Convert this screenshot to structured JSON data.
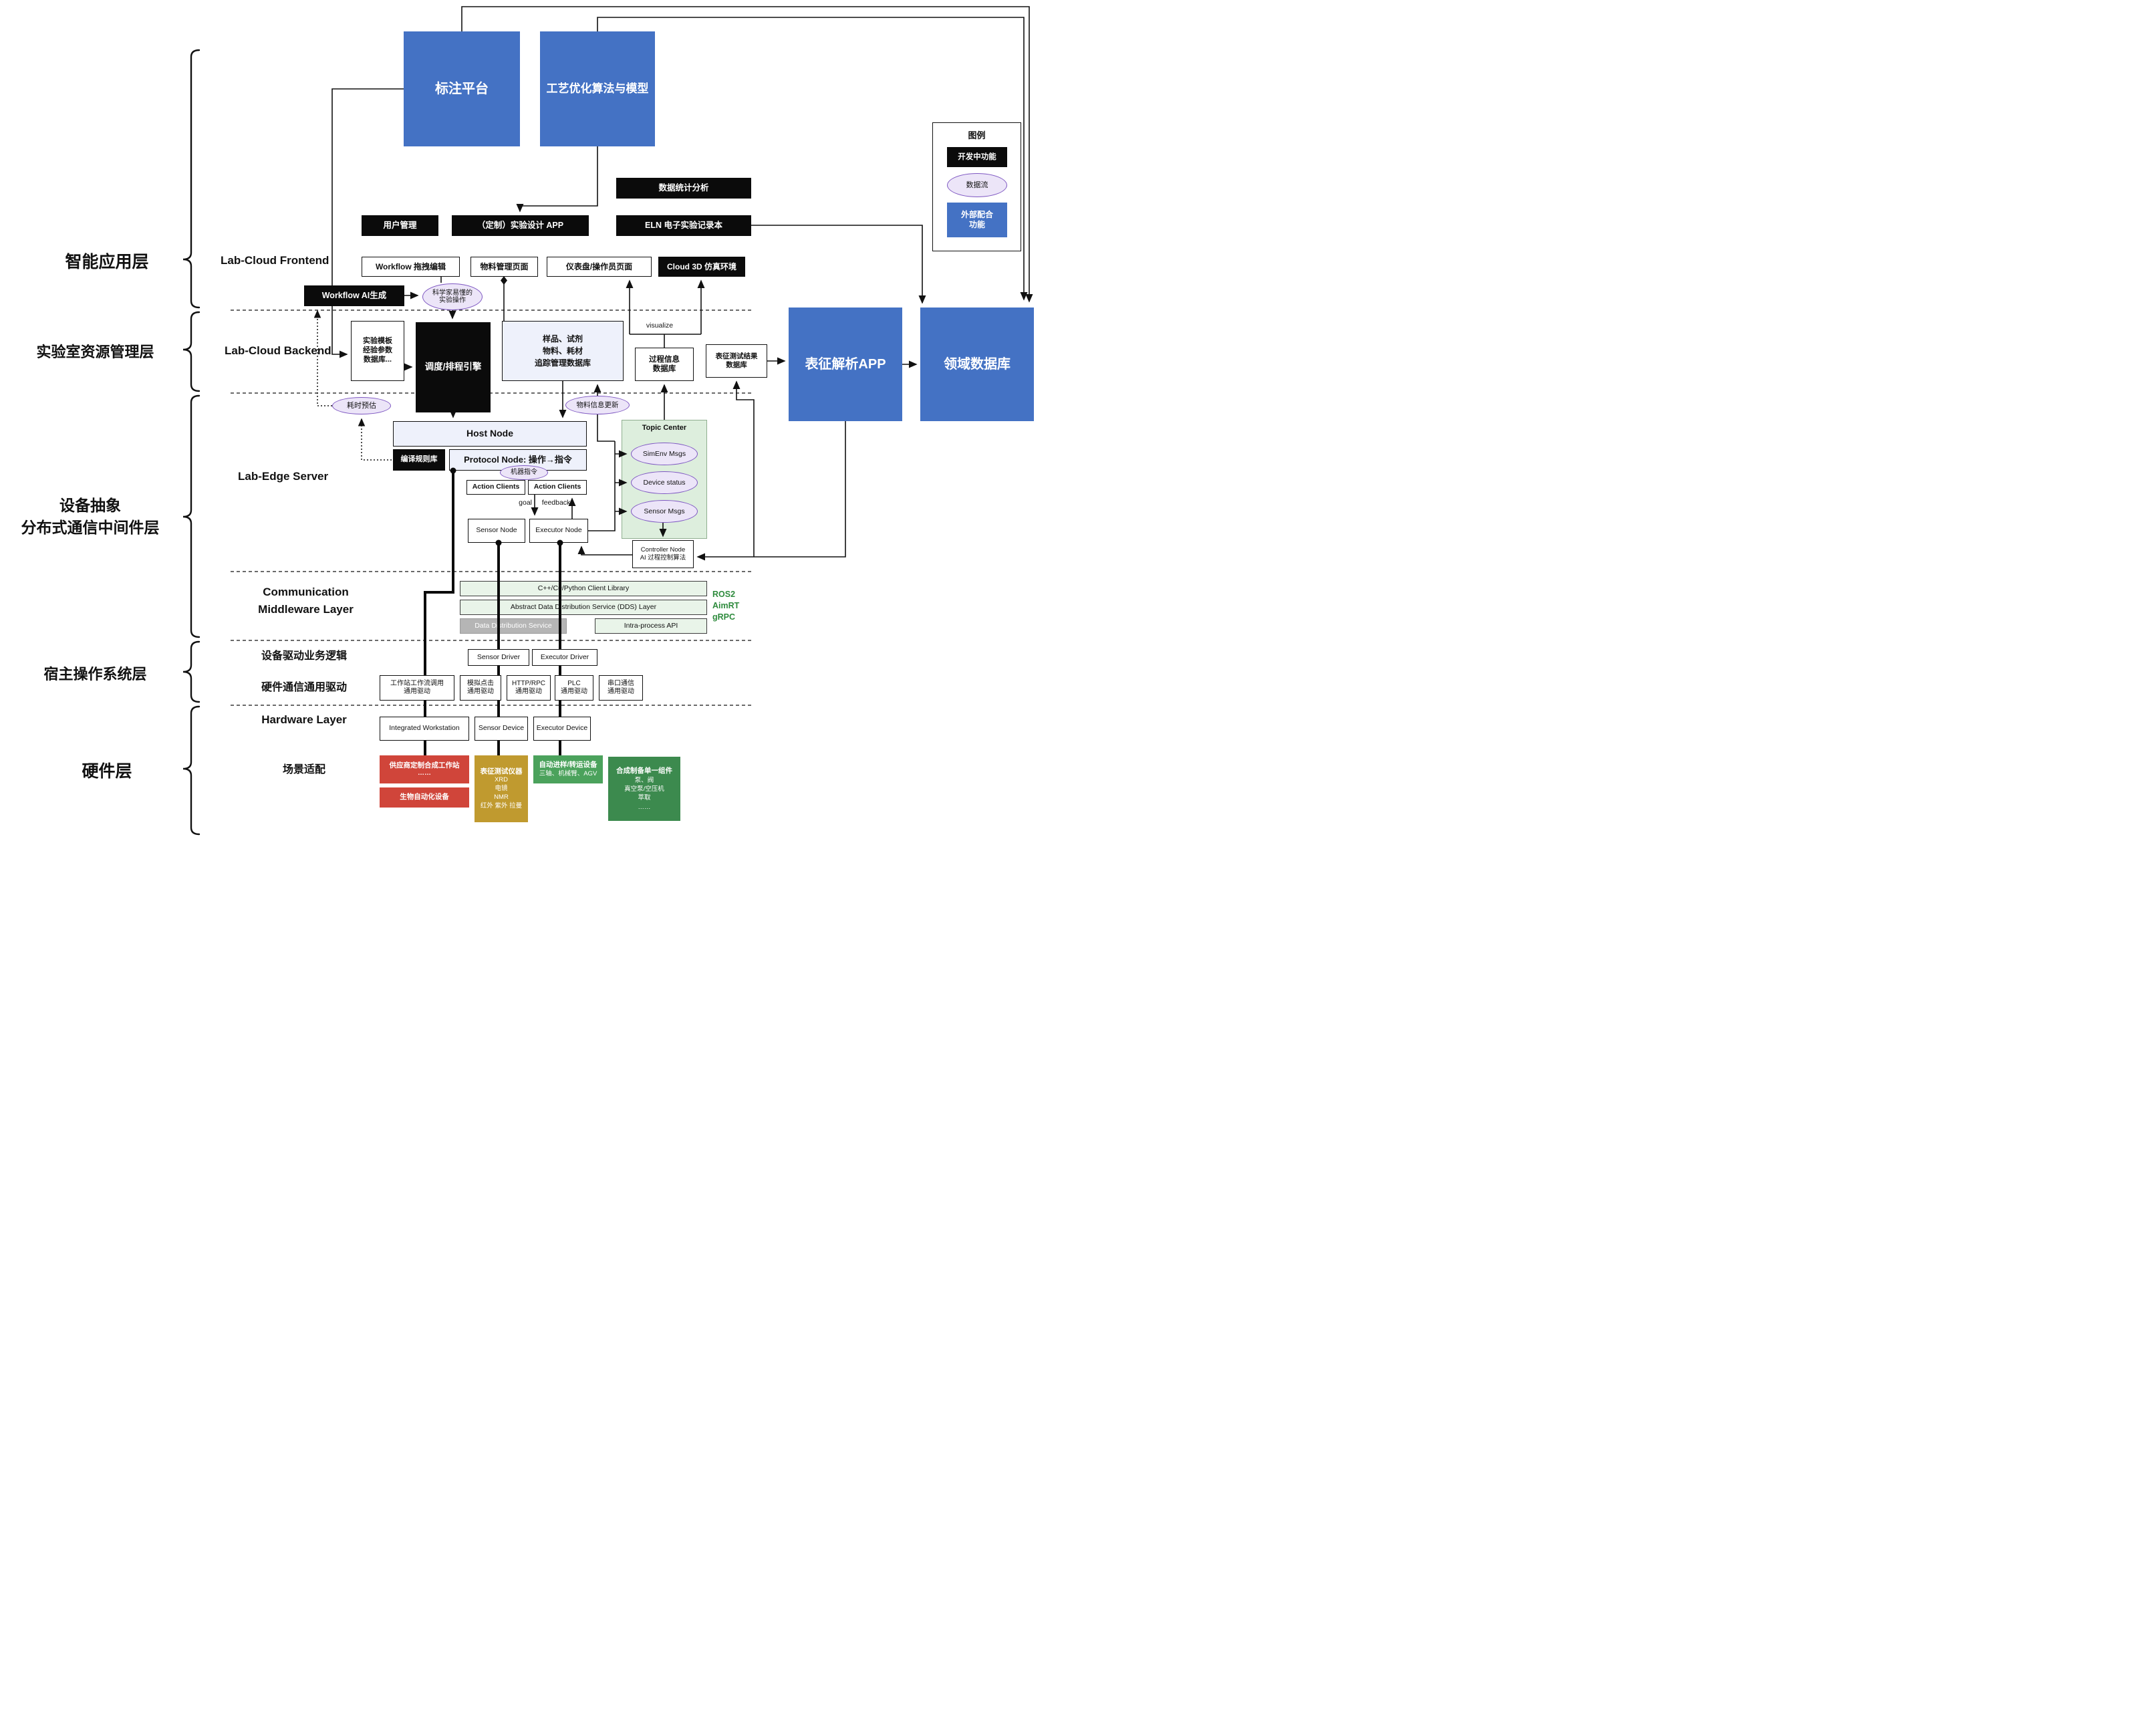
{
  "legend": {
    "title": "图例",
    "dev": "开发中功能",
    "flow": "数据流",
    "external": "外部配合\n功能"
  },
  "layers": {
    "app": "智能应用层",
    "resource": "实验室资源管理层",
    "device": "设备抽象\n分布式通信中间件层",
    "hostos": "宿主操作系统层",
    "hardware": "硬件层"
  },
  "sections": {
    "frontend": "Lab-Cloud Frontend",
    "backend": "Lab-Cloud Backend",
    "edge": "Lab-Edge Server",
    "comm": "Communication\nMiddleware Layer",
    "driver_logic": "设备驱动业务逻辑",
    "hw_driver": "硬件通信通用驱动",
    "hw_layer": "Hardware Layer",
    "scene": "场景适配"
  },
  "top": {
    "annotation": "标注平台",
    "process_opt": "工艺优化算法与模型"
  },
  "frontend": {
    "stats": "数据统计分析",
    "user": "用户管理",
    "custom_app": "（定制）实验设计 APP",
    "eln": "ELN 电子实验记录本",
    "workflow_edit": "Workflow 拖拽编辑",
    "material_page": "物料管理页面",
    "dashboard": "仪表盘/操作员页面",
    "cloud3d": "Cloud 3D 仿真环境",
    "workflow_ai": "Workflow AI生成",
    "sci_ops": "科学家易懂的\n实验操作"
  },
  "backend": {
    "template_db": "实验模板\n经验参数\n数据库...",
    "scheduler": "调度/排程引擎",
    "sample_db": "样品、试剂\n物料、耗材\n追踪管理数据库",
    "process_db": "过程信息\n数据库",
    "char_db": "表征测试结果\n数据库",
    "char_app": "表征解析APP",
    "domain_db": "领域数据库",
    "visualize": "visualize",
    "time_est": "耗时预估",
    "material_update": "物料信息更新"
  },
  "edge": {
    "host": "Host Node",
    "compile": "编译规则库",
    "protocol": "Protocol Node: 操作→指令",
    "machine_cmd": "机器指令",
    "action1": "Action Clients",
    "action2": "Action Clients",
    "goal": "goal",
    "feedback": "feedback",
    "topic_title": "Topic Center",
    "simenv": "SimEnv Msgs",
    "dev_status": "Device status",
    "sensor_msgs": "Sensor Msgs",
    "sensor_node": "Sensor Node",
    "executor_node": "Executor Node",
    "controller": "Controller Node\nAI 过程控制算法"
  },
  "middleware": {
    "client_lib": "C++/C#/Python Client Library",
    "dds": "Abstract Data Distribution Service (DDS) Layer",
    "dds_service": "Data Distribution Service",
    "intra": "Intra-process API",
    "stack": "ROS2\nAimRT\ngRPC"
  },
  "hostos": {
    "sensor_driver": "Sensor Driver",
    "executor_driver": "Executor Driver",
    "ws_driver": "工作站工作流调用\n通用驱动",
    "click_driver": "模拟点击\n通用驱动",
    "http_driver": "HTTP/RPC\n通用驱动",
    "plc_driver": "PLC\n通用驱动",
    "serial_driver": "串口通信\n通用驱动"
  },
  "hardware": {
    "ws": "Integrated Workstation",
    "sensor": "Sensor Device",
    "executor": "Executor Device",
    "vendor": {
      "title": "供应商定制合成工作站",
      "body": "……"
    },
    "bio": "生物自动化设备",
    "char_inst": {
      "title": "表征测试仪器",
      "body": "XRD\n电镜\nNMR\n红外 紫外 拉曼"
    },
    "transfer": {
      "title": "自动进样/转运设备",
      "body": "三轴、机械臂、AGV"
    },
    "synth": {
      "title": "合成制备单一组件",
      "body": "泵、阀\n真空泵/空压机\n萃取\n……"
    }
  },
  "colors": {
    "blue": "#4472c4",
    "black": "#0b0b0b",
    "pill_bg": "#ece5f8",
    "pill_border": "#7e57c2",
    "topic_green": "#ddeedd",
    "middleware_green": "#e9f4e9",
    "gray": "#b5b5b5",
    "red": "#d0453a",
    "tan": "#c09a2f",
    "hw_green": "#3c8a4e",
    "stack_text_green": "#2e8b3d"
  }
}
